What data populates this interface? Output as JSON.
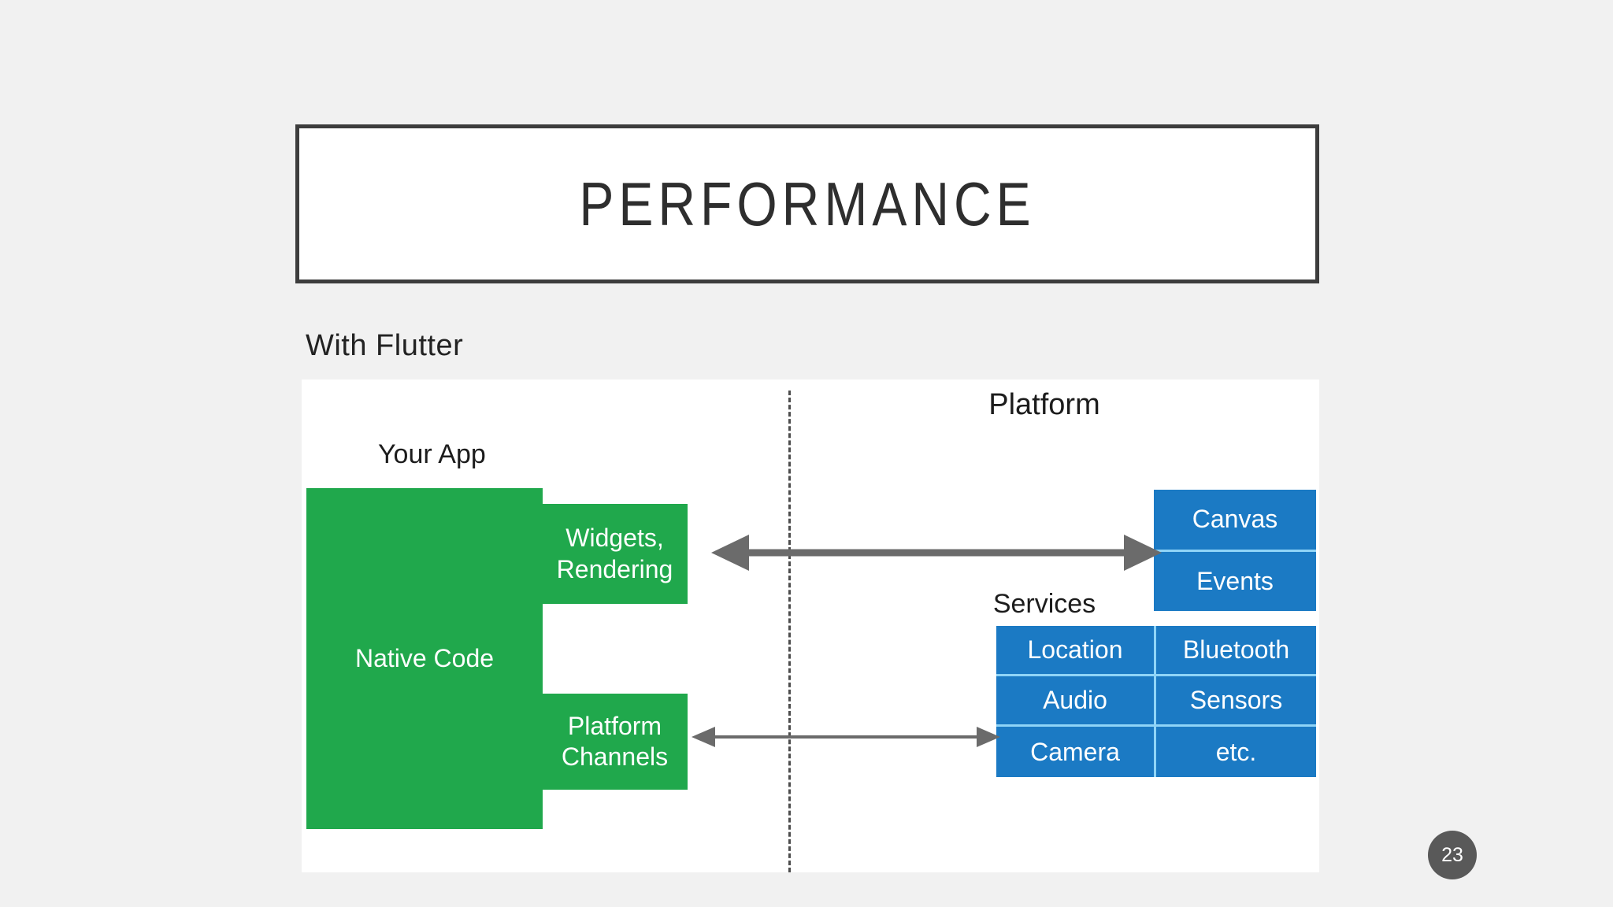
{
  "slide": {
    "title": "PERFORMANCE",
    "subtitle": "With Flutter",
    "page_number": "23",
    "background_color": "#f1f1f1",
    "title_border_color": "#3d3d3d"
  },
  "diagram": {
    "name": "flutter-architecture-diagram",
    "background_color": "#ffffff",
    "app_side_color": "#20a84c",
    "platform_side_color": "#1b7ac4",
    "arrow_color": "#6b6b6b",
    "divider_color": "#4d4d4d",
    "labels": {
      "your_app": "Your App",
      "platform": "Platform",
      "services": "Services"
    },
    "app_boxes": {
      "native_code": "Native Code",
      "widgets_rendering": "Widgets,\nRendering",
      "widgets_rendering_line1": "Widgets,",
      "widgets_rendering_line2": "Rendering",
      "platform_channels_line1": "Platform",
      "platform_channels_line2": "Channels"
    },
    "platform_stack": [
      "Canvas",
      "Events"
    ],
    "services_table": {
      "columns": 2,
      "rows": 3,
      "cells": [
        "Location",
        "Bluetooth",
        "Audio",
        "Sensors",
        "Camera",
        "etc."
      ]
    },
    "arrows": [
      {
        "name": "widgets-canvas-arrow",
        "style": "double-headed-thick",
        "from": "Widgets, Rendering",
        "to": "Canvas / Events"
      },
      {
        "name": "platform-channels-services-arrow",
        "style": "double-headed-thin",
        "from": "Platform Channels",
        "to": "Services"
      }
    ]
  }
}
